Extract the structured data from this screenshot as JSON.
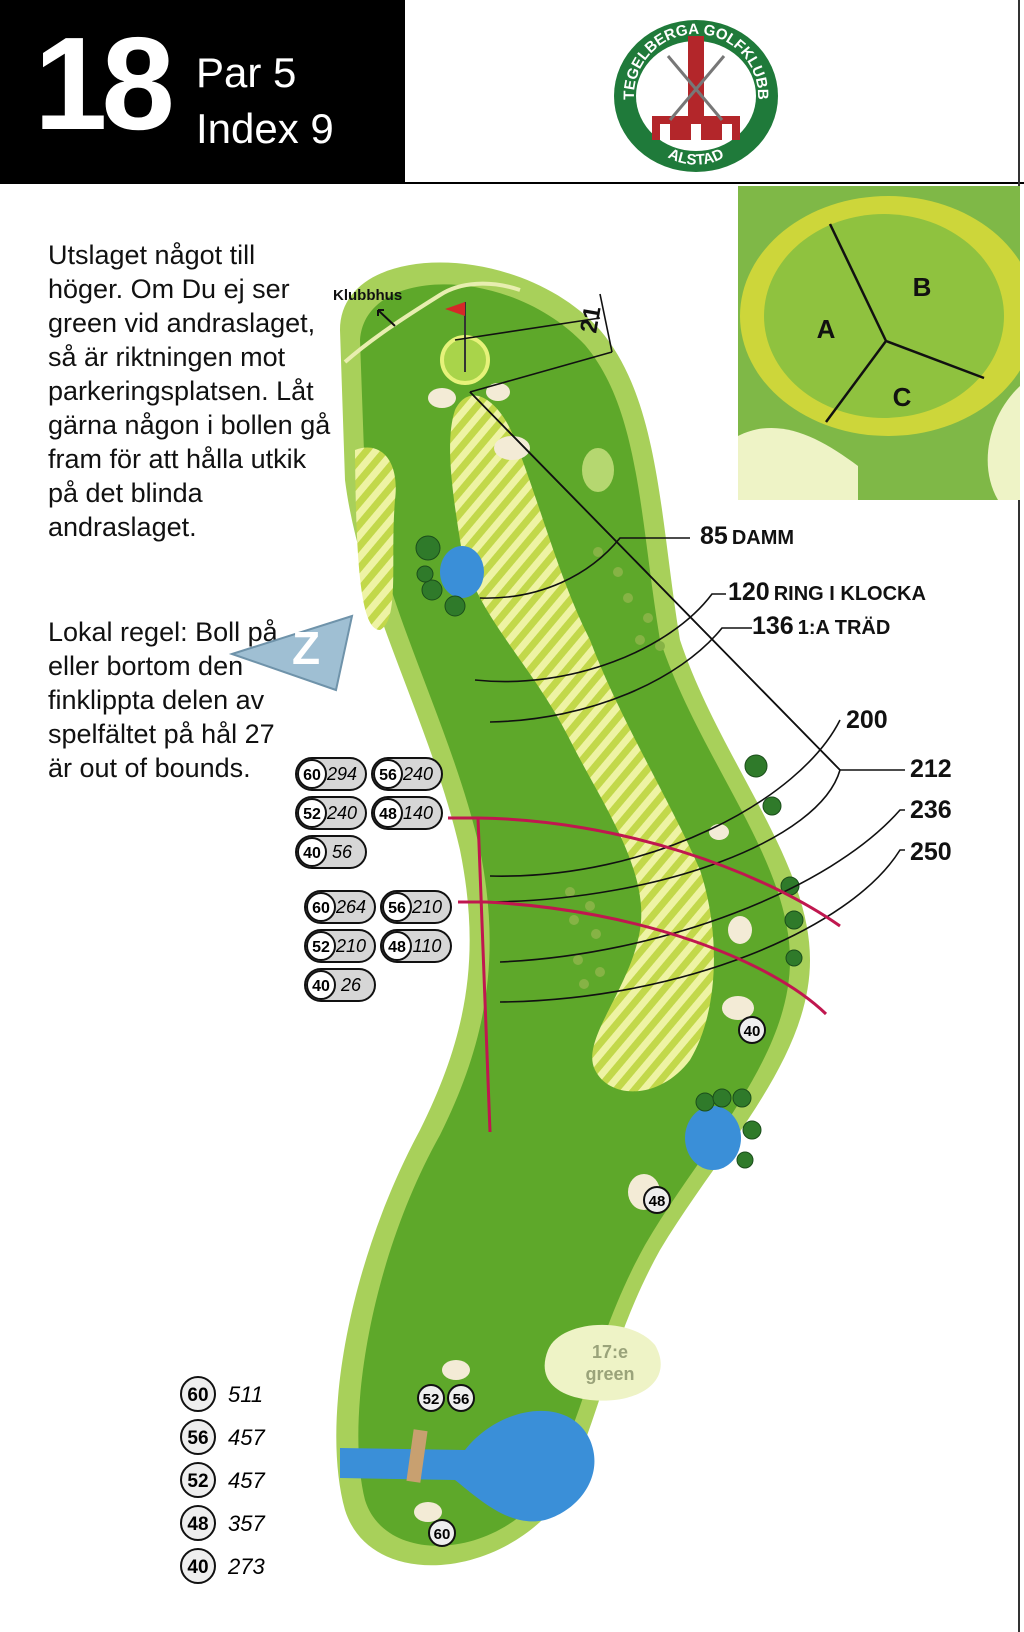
{
  "hole": {
    "number": "18",
    "par": "Par 5",
    "index": "Index 9"
  },
  "logo": {
    "text_top": "TEGELBERGA GOLFKLUBB",
    "text_bottom": "ALSTAD"
  },
  "description": {
    "paragraph1": "Utslaget något till höger. Om Du ej ser green vid andraslaget, så är riktningen mot parkeringsplatsen. Låt gärna någon i bollen gå fram för att hålla utkik på det blinda andraslaget.",
    "paragraph2": "Lokal regel: Boll på eller bortom den finklippta delen av spelfältet på hål 27 är out of bounds."
  },
  "compass": {
    "letter": "Z"
  },
  "map_labels": {
    "clubhouse": "Klubbhus",
    "green17_line1": "17:e",
    "green17_line2": "green",
    "green_depth": "21"
  },
  "green_sections": [
    "A",
    "B",
    "C"
  ],
  "distance_markers": [
    {
      "num": "85",
      "label": "DAMM"
    },
    {
      "num": "120",
      "label": "RING I KLOCKA"
    },
    {
      "num": "136",
      "label": "1:A TRÄD"
    },
    {
      "num": "200",
      "label": ""
    },
    {
      "num": "212",
      "label": ""
    },
    {
      "num": "236",
      "label": ""
    },
    {
      "num": "250",
      "label": ""
    }
  ],
  "sprinkler_upper": [
    [
      {
        "tee": "60",
        "dist": "294"
      },
      {
        "tee": "56",
        "dist": "240"
      }
    ],
    [
      {
        "tee": "52",
        "dist": "240"
      },
      {
        "tee": "48",
        "dist": "140"
      }
    ],
    [
      {
        "tee": "40",
        "dist": "56"
      }
    ]
  ],
  "sprinkler_lower": [
    [
      {
        "tee": "60",
        "dist": "264"
      },
      {
        "tee": "56",
        "dist": "210"
      }
    ],
    [
      {
        "tee": "52",
        "dist": "210"
      },
      {
        "tee": "48",
        "dist": "110"
      }
    ],
    [
      {
        "tee": "40",
        "dist": "26"
      }
    ]
  ],
  "tees_on_map": [
    "40",
    "48",
    "52",
    "56",
    "60"
  ],
  "tee_lengths": [
    {
      "tee": "60",
      "length": "511"
    },
    {
      "tee": "56",
      "length": "457"
    },
    {
      "tee": "52",
      "length": "457"
    },
    {
      "tee": "48",
      "length": "357"
    },
    {
      "tee": "40",
      "length": "273"
    }
  ],
  "colors": {
    "rough": "#8fbf3c",
    "fairway": "#5ea82a",
    "water": "#3a8fd8",
    "ob_line": "#c0174f",
    "header_bg": "#000000"
  }
}
